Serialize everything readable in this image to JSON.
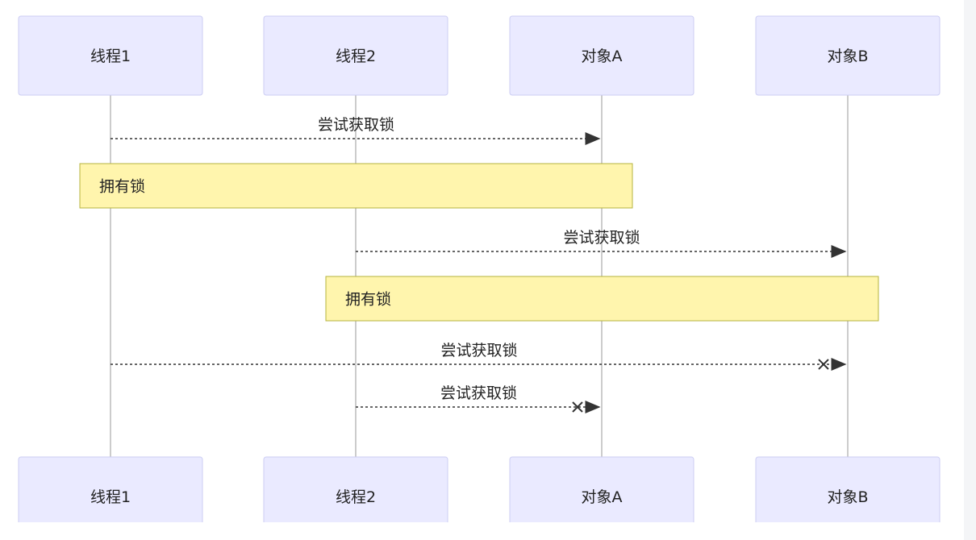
{
  "participants": [
    {
      "id": "t1",
      "label": "线程1"
    },
    {
      "id": "t2",
      "label": "线程2"
    },
    {
      "id": "a",
      "label": "对象A"
    },
    {
      "id": "b",
      "label": "对象B"
    }
  ],
  "messages": [
    {
      "from": "t1",
      "to": "a",
      "label": "尝试获取锁",
      "style": "dotted-arrow"
    },
    {
      "from": "t2",
      "to": "b",
      "label": "尝试获取锁",
      "style": "dotted-arrow"
    },
    {
      "from": "t1",
      "to": "b",
      "label": "尝试获取锁",
      "style": "dotted-cross"
    },
    {
      "from": "t2",
      "to": "a",
      "label": "尝试获取锁",
      "style": "dotted-cross"
    }
  ],
  "notes": [
    {
      "over": [
        "t1",
        "a"
      ],
      "text": "拥有锁"
    },
    {
      "over": [
        "t2",
        "b"
      ],
      "text": "拥有锁"
    }
  ],
  "colors": {
    "actor_fill": "#eaeaff",
    "actor_stroke": "#cccdf3",
    "note_fill": "#fff5ad",
    "note_stroke": "#b6b33e",
    "line": "#999999",
    "message": "#333333"
  }
}
